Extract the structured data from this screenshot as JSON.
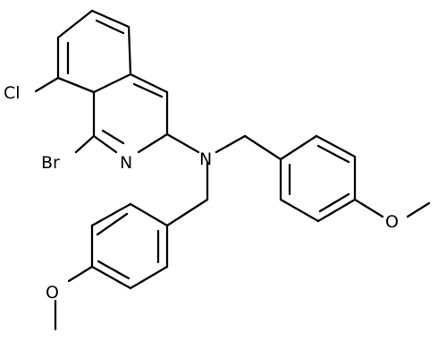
{
  "molecule": {
    "atom_labels": {
      "cl": "Cl",
      "br": "Br",
      "n_ring": "N",
      "n_amine": "N",
      "o_upper": "O",
      "o_lower": "O"
    },
    "colors": {
      "bond": "#000000",
      "text": "#000000",
      "background": "#ffffff"
    }
  }
}
